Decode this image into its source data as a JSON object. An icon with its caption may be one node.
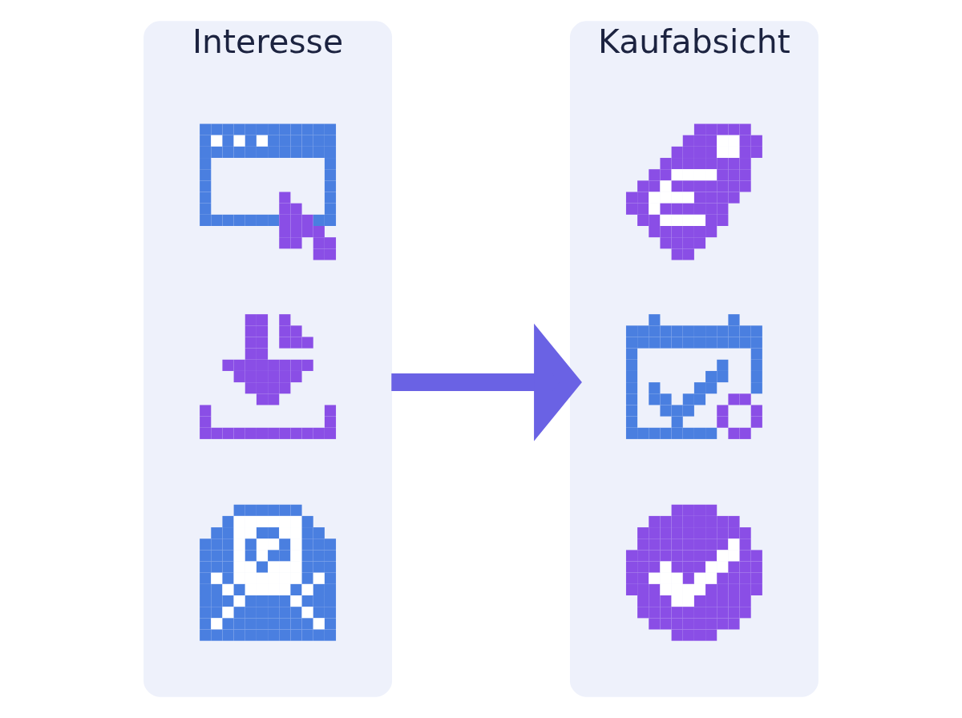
{
  "diagram": {
    "nodes": [
      {
        "text": [
          "Interesse"
        ]
      },
      {
        "text": [
          "Kaufabsicht"
        ]
      },
      {
        "text": [],
        "shape": "picture",
        "in": 0
      },
      {
        "text": [],
        "shape": "picture",
        "in": 0
      },
      {
        "text": [],
        "shape": "picture",
        "in": 0
      },
      {
        "text": [],
        "shape": "picture",
        "in": 1
      },
      {
        "text": [],
        "shape": "picture",
        "in": 1
      },
      {
        "text": [],
        "shape": "picture",
        "in": 1
      }
    ],
    "edges": [
      {
        "from": 0,
        "to": 1,
        "arrow": "to",
        "color": "#6a62e4"
      }
    ]
  }
}
